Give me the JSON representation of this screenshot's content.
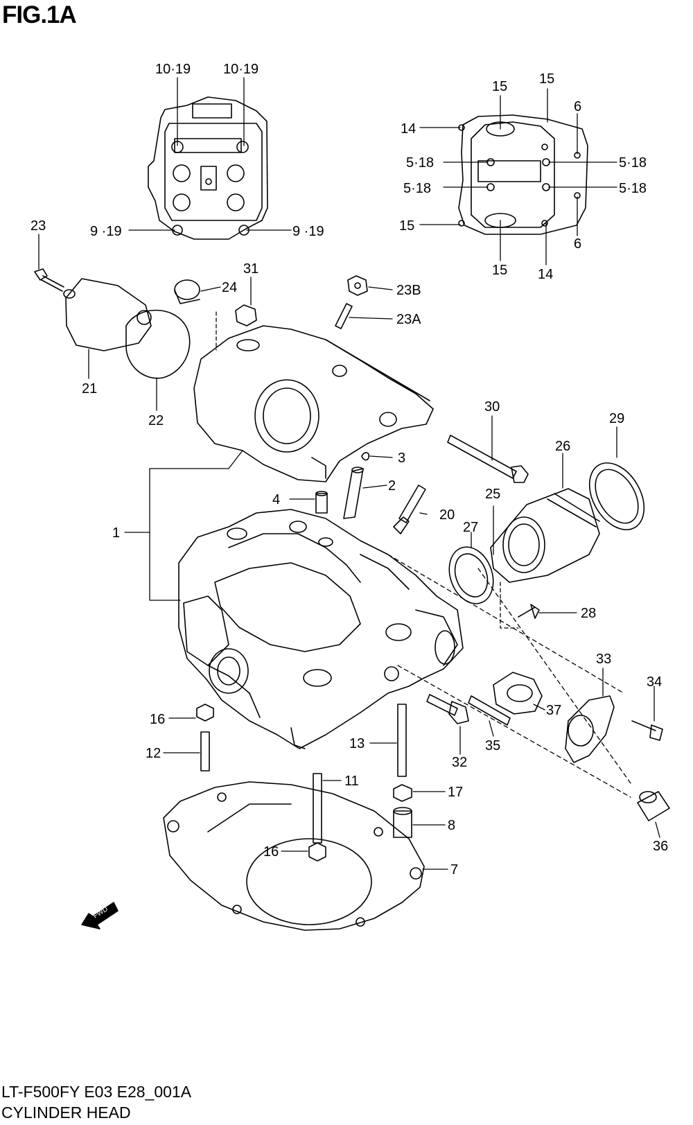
{
  "figure": {
    "title": "FIG.1A",
    "caption_code": "LT-F500FY E03 E28_001A",
    "caption_name": "CYLINDER HEAD"
  },
  "fwd_arrow_label": "FWD",
  "callouts": [
    {
      "id": "c-10-19-a",
      "text": "10·19"
    },
    {
      "id": "c-10-19-b",
      "text": "10·19"
    },
    {
      "id": "c-9-19-a",
      "text": "9 ·19"
    },
    {
      "id": "c-9-19-b",
      "text": "9 ·19"
    },
    {
      "id": "c-15-a",
      "text": "15"
    },
    {
      "id": "c-15-b",
      "text": "15"
    },
    {
      "id": "c-15-c",
      "text": "15"
    },
    {
      "id": "c-15-d",
      "text": "15"
    },
    {
      "id": "c-14-a",
      "text": "14"
    },
    {
      "id": "c-14-b",
      "text": "14"
    },
    {
      "id": "c-6-a",
      "text": "6"
    },
    {
      "id": "c-6-b",
      "text": "6"
    },
    {
      "id": "c-5-18-a",
      "text": "5·18"
    },
    {
      "id": "c-5-18-b",
      "text": "5·18"
    },
    {
      "id": "c-5-18-c",
      "text": "5·18"
    },
    {
      "id": "c-5-18-d",
      "text": "5·18"
    },
    {
      "id": "c-23",
      "text": "23"
    },
    {
      "id": "c-24",
      "text": "24"
    },
    {
      "id": "c-31",
      "text": "31"
    },
    {
      "id": "c-23b",
      "text": "23B"
    },
    {
      "id": "c-23a",
      "text": "23A"
    },
    {
      "id": "c-21",
      "text": "21"
    },
    {
      "id": "c-22",
      "text": "22"
    },
    {
      "id": "c-30",
      "text": "30"
    },
    {
      "id": "c-29",
      "text": "29"
    },
    {
      "id": "c-26",
      "text": "26"
    },
    {
      "id": "c-3",
      "text": "3"
    },
    {
      "id": "c-2",
      "text": "2"
    },
    {
      "id": "c-4",
      "text": "4"
    },
    {
      "id": "c-25",
      "text": "25"
    },
    {
      "id": "c-20",
      "text": "20"
    },
    {
      "id": "c-1",
      "text": "1"
    },
    {
      "id": "c-27",
      "text": "27"
    },
    {
      "id": "c-28",
      "text": "28"
    },
    {
      "id": "c-33",
      "text": "33"
    },
    {
      "id": "c-34",
      "text": "34"
    },
    {
      "id": "c-16-a",
      "text": "16"
    },
    {
      "id": "c-37",
      "text": "37"
    },
    {
      "id": "c-12",
      "text": "12"
    },
    {
      "id": "c-13",
      "text": "13"
    },
    {
      "id": "c-35",
      "text": "35"
    },
    {
      "id": "c-32",
      "text": "32"
    },
    {
      "id": "c-11",
      "text": "11"
    },
    {
      "id": "c-17",
      "text": "17"
    },
    {
      "id": "c-8",
      "text": "8"
    },
    {
      "id": "c-36",
      "text": "36"
    },
    {
      "id": "c-16-b",
      "text": "16"
    },
    {
      "id": "c-7",
      "text": "7"
    }
  ]
}
